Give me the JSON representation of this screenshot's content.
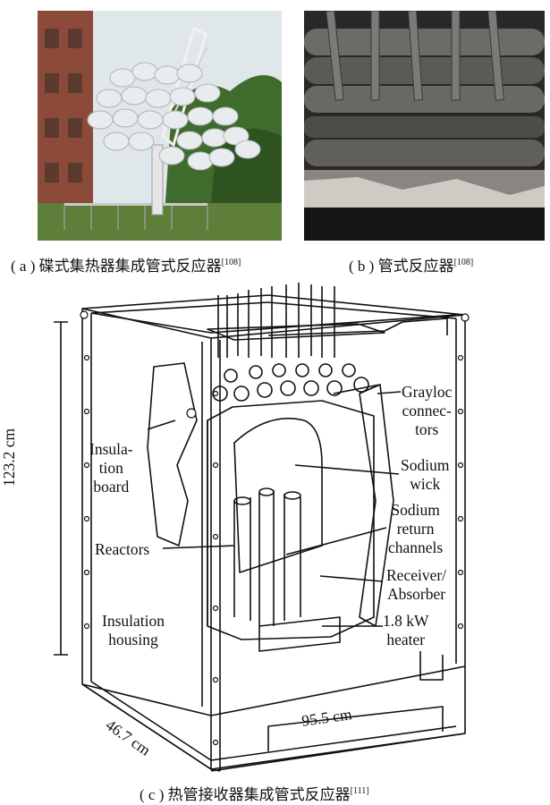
{
  "captions": {
    "a_prefix": "( a )",
    "a_text": "碟式集热器集成管式反应器",
    "a_ref": "[108]",
    "b_prefix": "( b )",
    "b_text": "管式反应器",
    "b_ref": "[108]",
    "c_prefix": "( c )",
    "c_text": "热管接收器集成管式反应器",
    "c_ref": "[111]"
  },
  "labels": {
    "grayloc": [
      "Grayloc",
      "connec-",
      "tors"
    ],
    "insulation_board": [
      "Insula-",
      "tion",
      "board"
    ],
    "sodium_wick": [
      "Sodium",
      "wick"
    ],
    "sodium_return": [
      "Sodium",
      "return",
      "channels"
    ],
    "reactors": "Reactors",
    "receiver": [
      "Receiver/",
      "Absorber"
    ],
    "insulation_housing": [
      "Insulation",
      "housing"
    ],
    "heater": [
      "1.8 kW",
      "heater"
    ]
  },
  "dimensions": {
    "height": "123.2 cm",
    "depth": "46.7 cm",
    "width": "95.5 cm"
  },
  "colors": {
    "sky": "#dfe7ea",
    "foliage": "#3f6b2c",
    "building": "#8b4a3a",
    "dish": "#e9ecef",
    "pipe_dark": "#3a3a3a",
    "line": "#111111"
  }
}
